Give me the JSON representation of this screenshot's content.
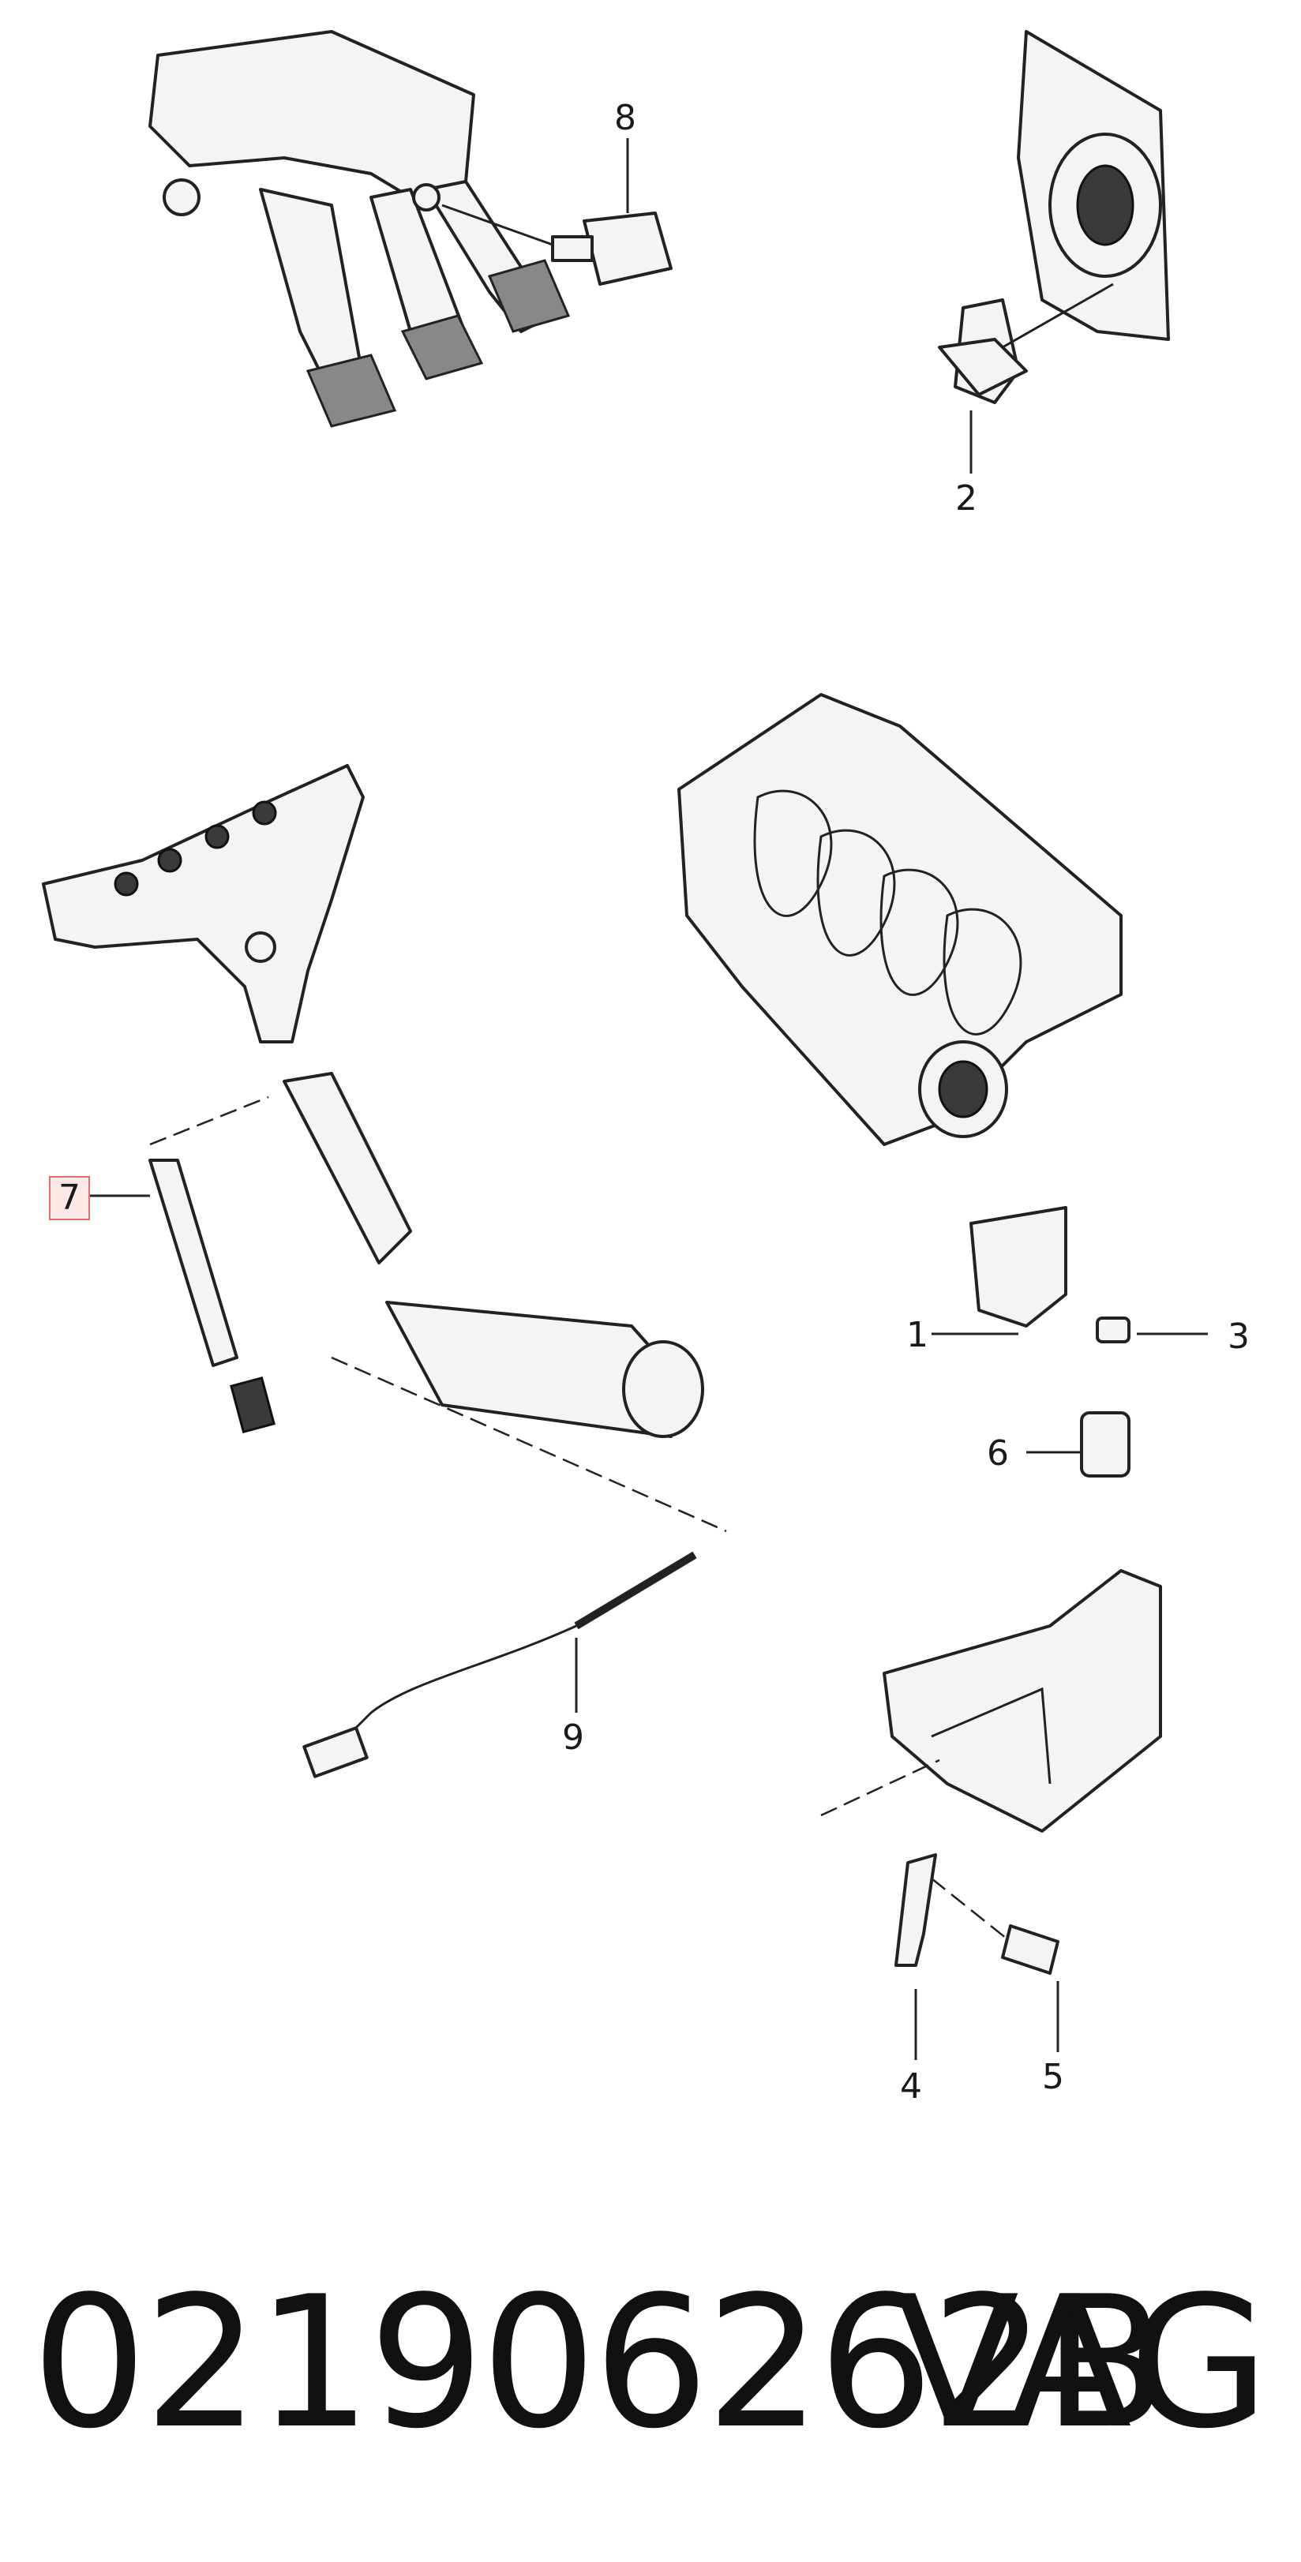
{
  "callouts": {
    "c1": "1",
    "c2": "2",
    "c3": "3",
    "c4": "4",
    "c5": "5",
    "c6": "6",
    "c7": "7",
    "c8": "8",
    "c9": "9"
  },
  "footer": {
    "part_number": "021906262B",
    "brand": "VAG"
  },
  "highlight_color": "#e07070"
}
